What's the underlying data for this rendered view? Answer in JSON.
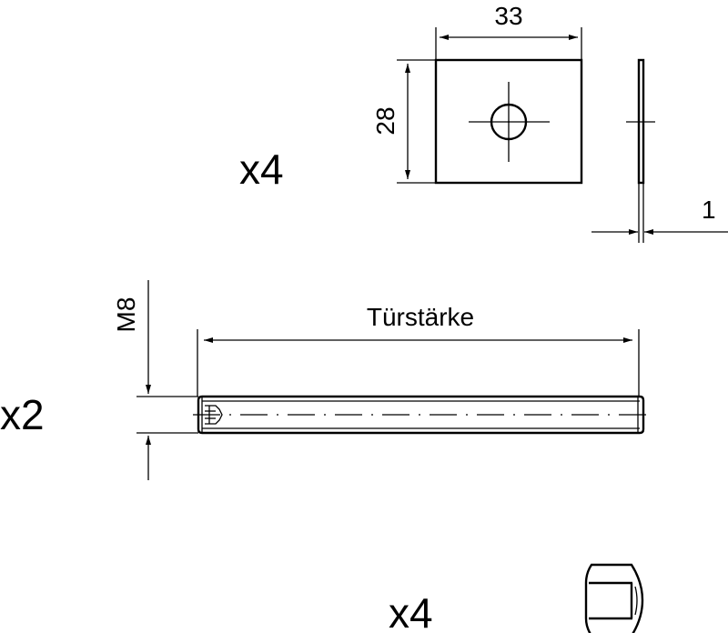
{
  "washer": {
    "quantity": "x4",
    "width_dim": "33",
    "height_dim": "28",
    "thickness_dim": "1"
  },
  "threaded_rod": {
    "quantity": "x2",
    "thread_dim": "M8",
    "length_dim": "Türstärke"
  },
  "nut": {
    "quantity": "x4"
  }
}
